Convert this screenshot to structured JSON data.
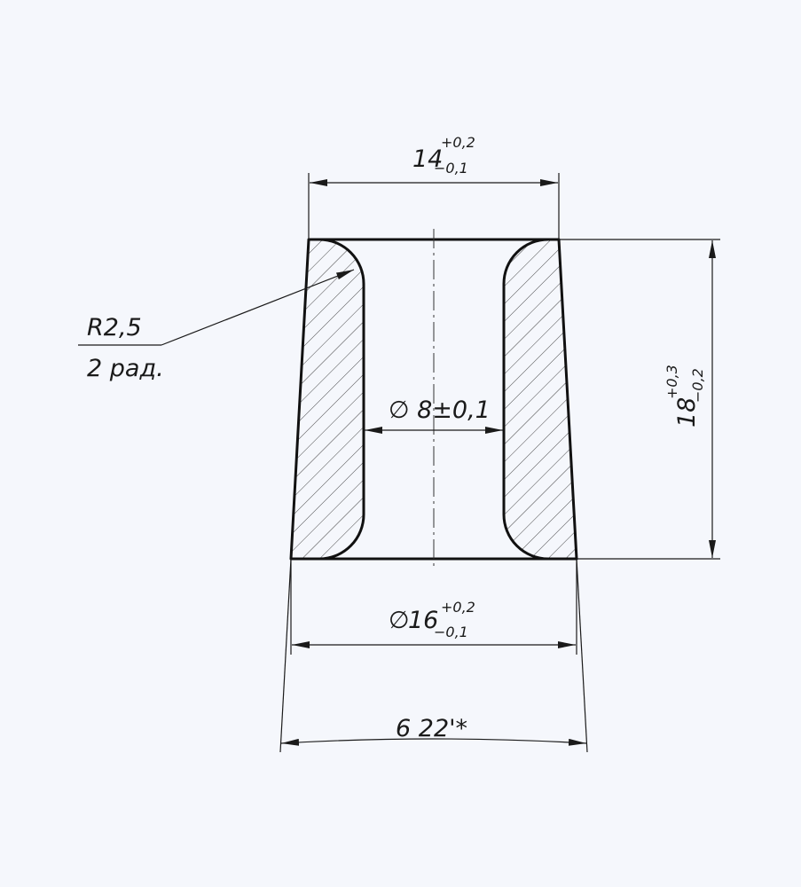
{
  "drawing": {
    "top_width": {
      "nominal": "14",
      "upper": "+0,2",
      "lower": "−0,1"
    },
    "height": {
      "nominal": "18",
      "upper": "+0,3",
      "lower": "−0,2"
    },
    "bore": {
      "label": "∅ 8±0,1"
    },
    "bottom_diameter": {
      "symbol": "∅",
      "nominal": "16",
      "upper": "+0,2",
      "lower": "−0,1"
    },
    "angle": {
      "label": "6 22'*"
    },
    "radius_note": {
      "line1": "R2,5",
      "line2": "2 рад."
    }
  }
}
